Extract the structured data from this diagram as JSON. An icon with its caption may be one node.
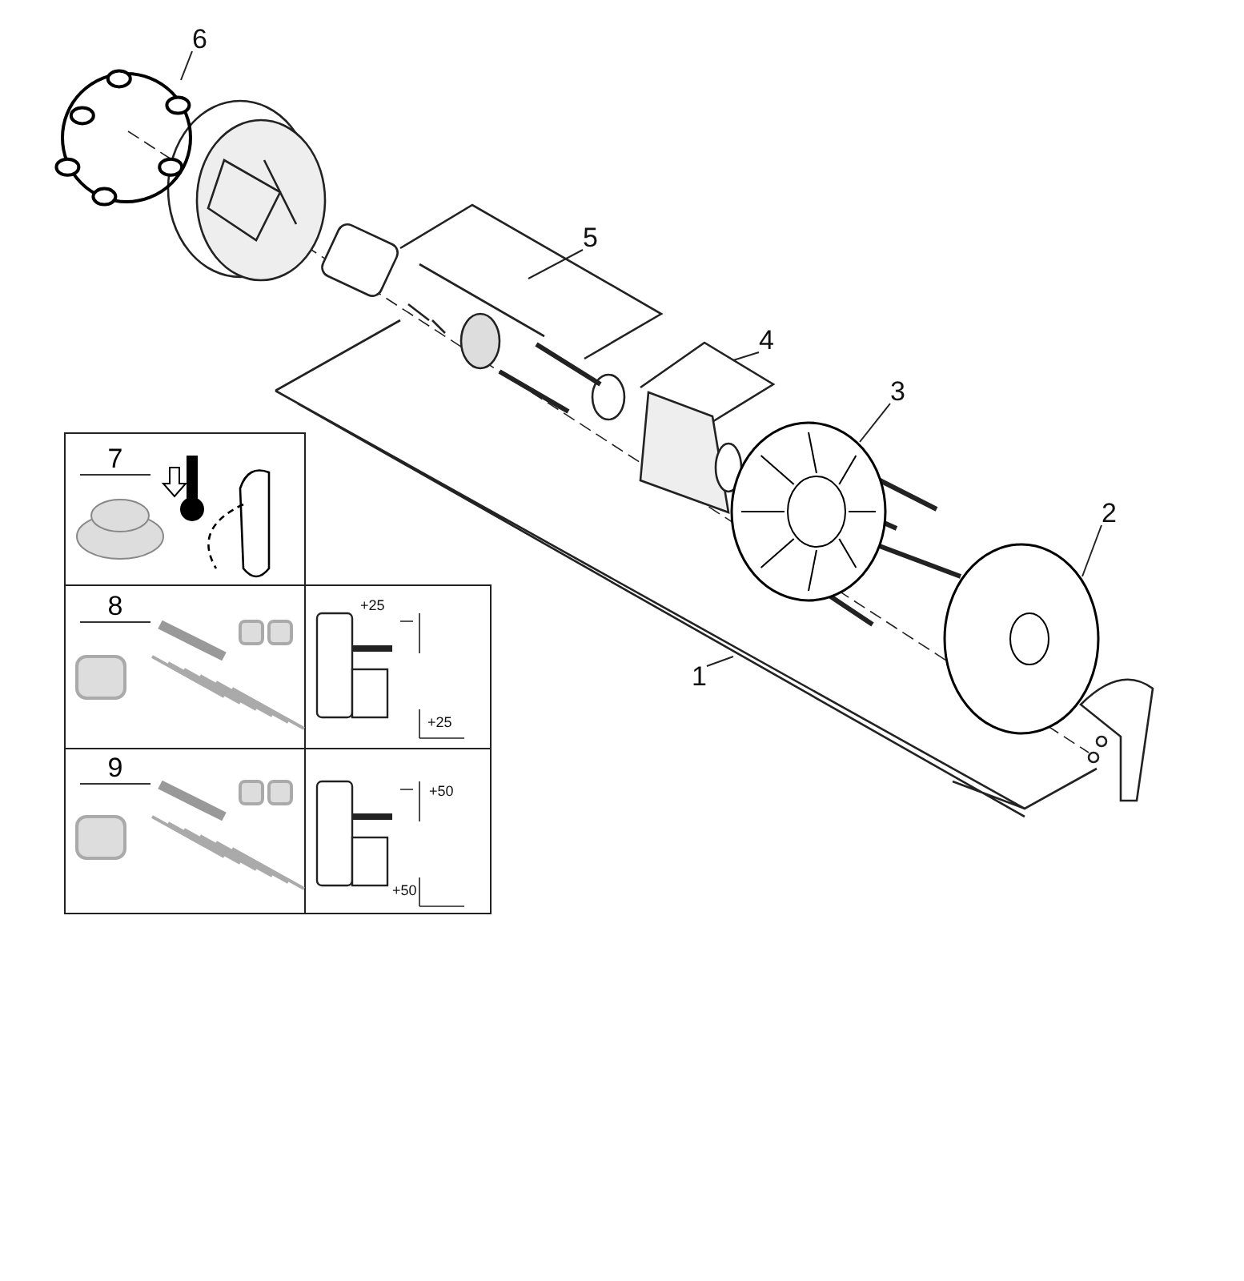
{
  "diagram": {
    "nodes": [
      {
        "text": [
          "6"
        ]
      },
      {
        "text": [],
        "shape": "picture"
      },
      {
        "text": [
          "5"
        ]
      },
      {
        "text": [
          "4"
        ]
      },
      {
        "text": [
          "3"
        ]
      },
      {
        "text": [],
        "shape": "picture"
      },
      {
        "text": [
          "2"
        ]
      },
      {
        "text": [],
        "shape": "picture"
      },
      {
        "text": [
          "1"
        ]
      }
    ],
    "edges": [
      {
        "from": 0,
        "to": 1,
        "arrow": "none"
      },
      {
        "from": 2,
        "to": null,
        "arrow": "none"
      },
      {
        "from": 3,
        "to": null,
        "arrow": "none"
      },
      {
        "from": 4,
        "to": 5,
        "arrow": "none"
      },
      {
        "from": 6,
        "to": 7,
        "arrow": "none"
      },
      {
        "from": 8,
        "to": null,
        "arrow": "none"
      }
    ],
    "labels": [
      "7",
      "8",
      "+25",
      "+25",
      "9",
      "+50",
      "+50"
    ]
  }
}
